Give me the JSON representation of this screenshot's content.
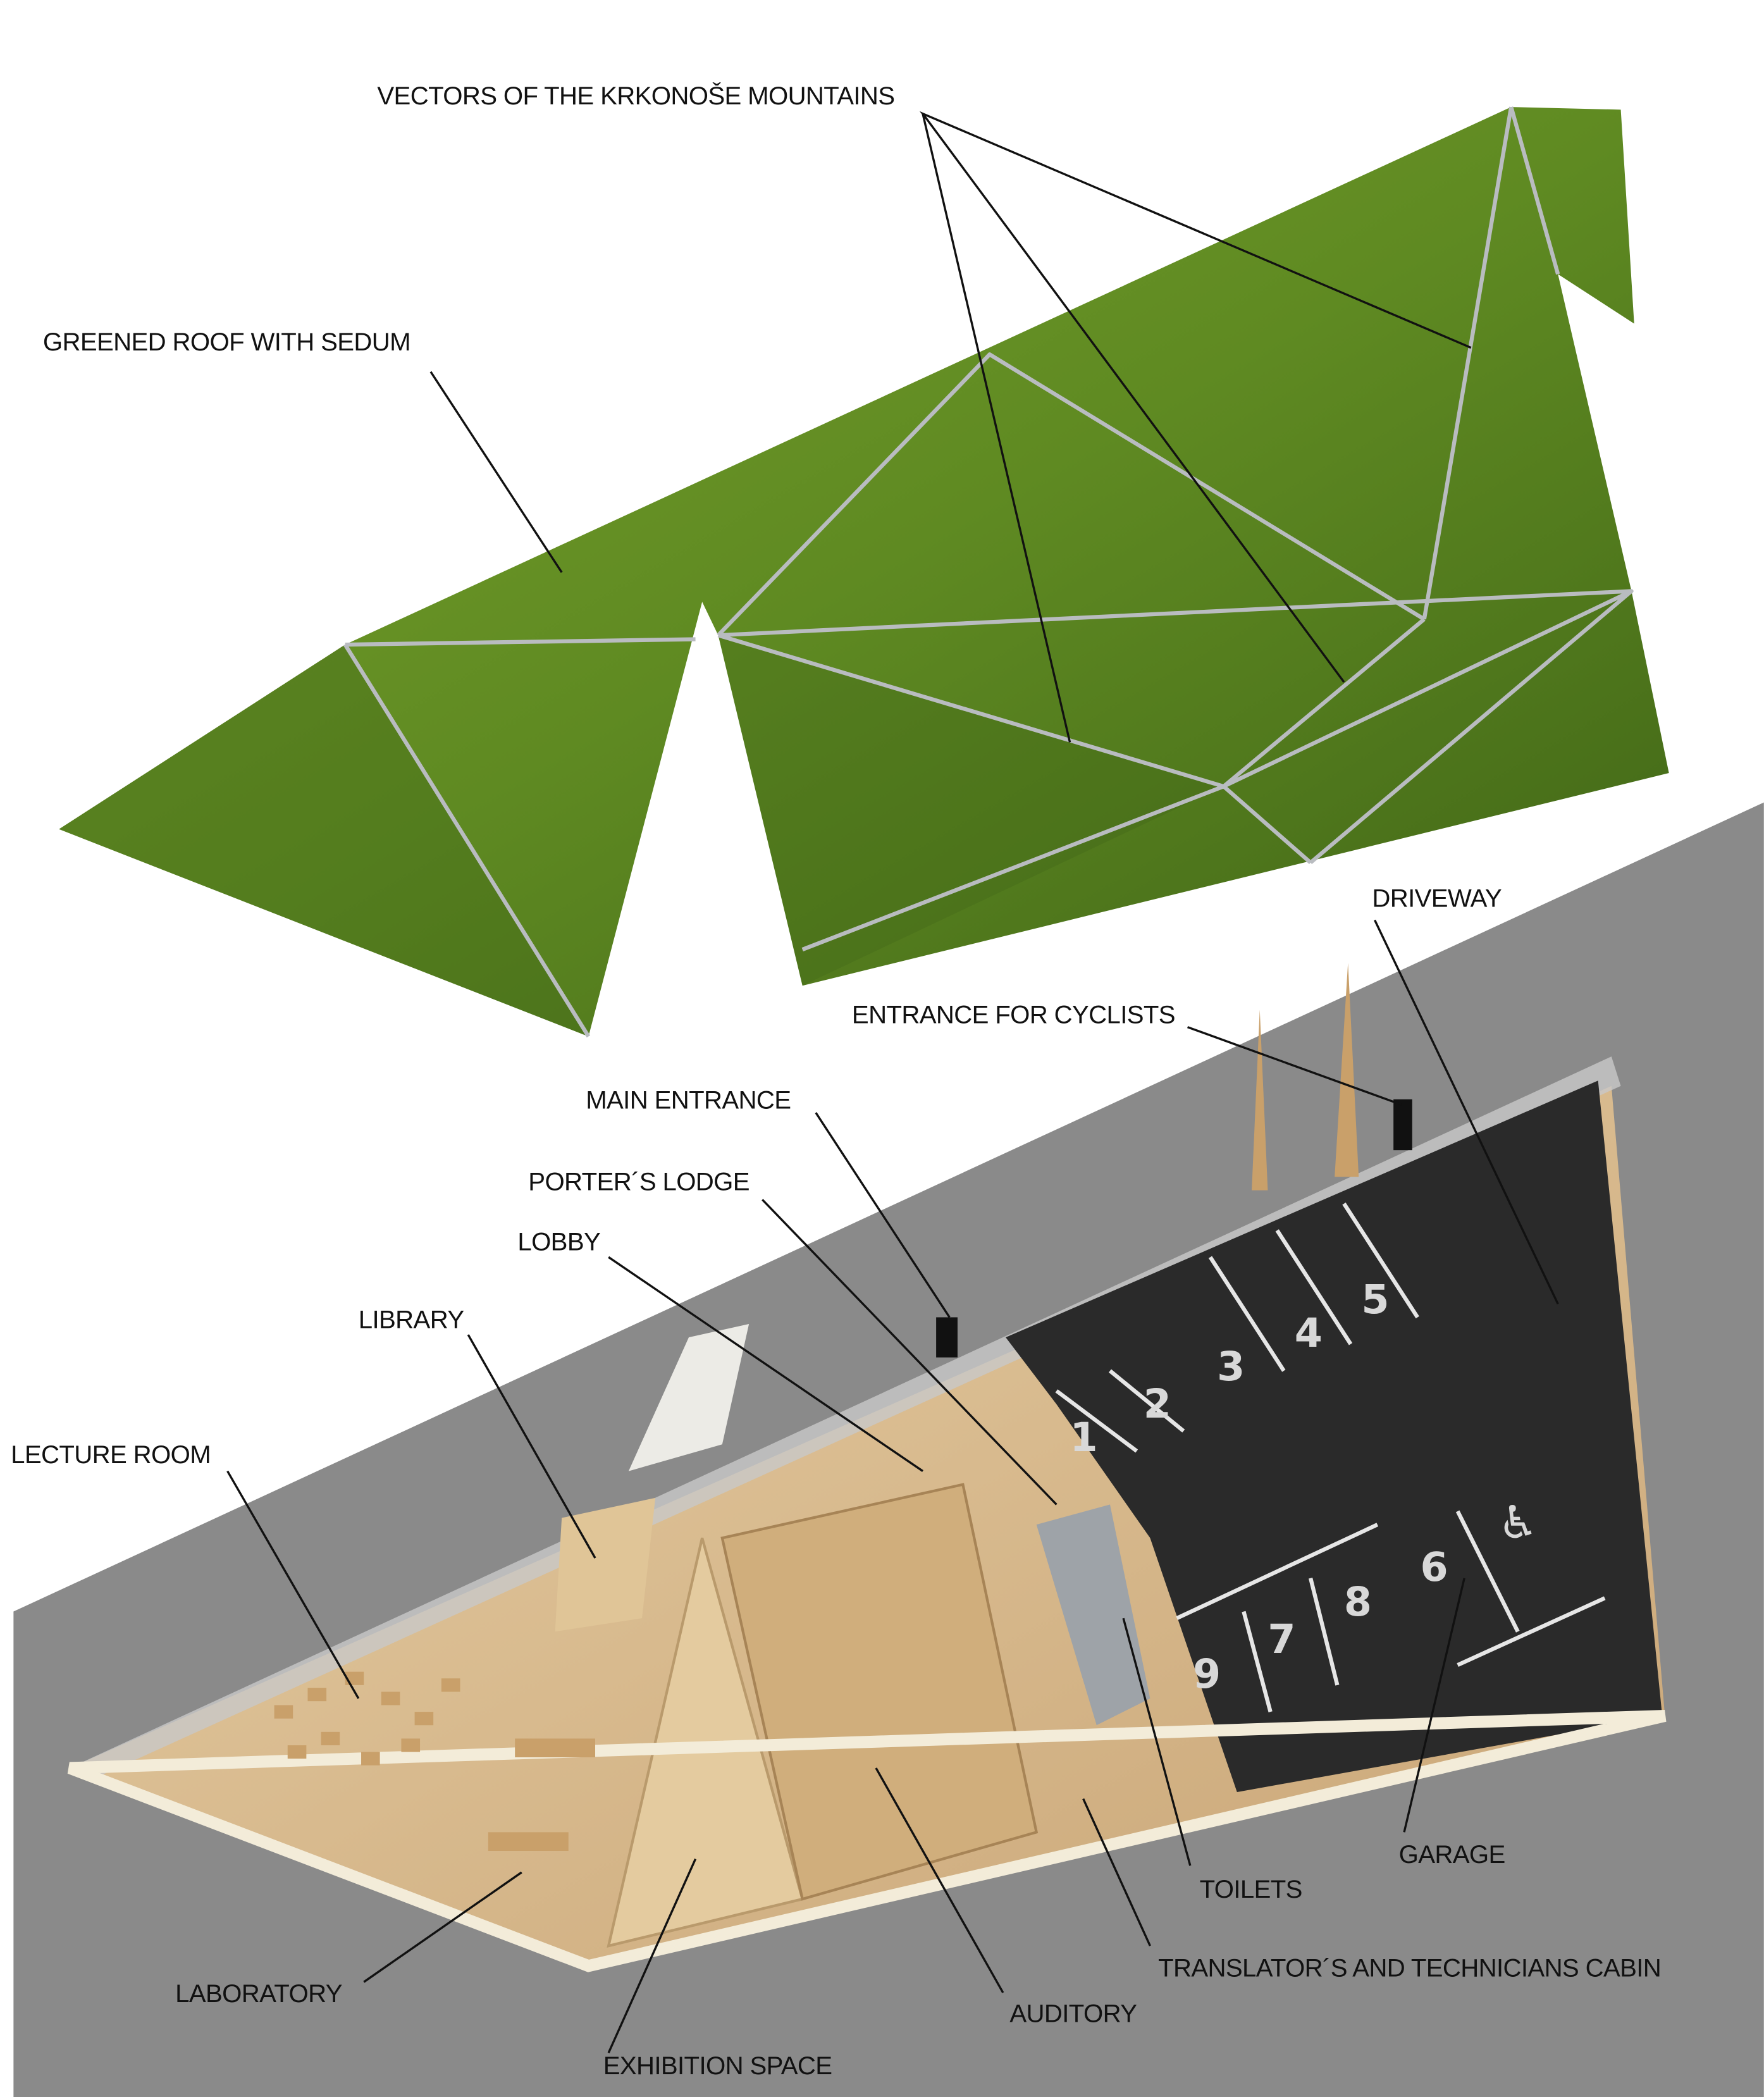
{
  "colors": {
    "roof_green": "#5f8a22",
    "background_gray": "#8a8a8a",
    "floor_wood": "#d9b98c",
    "garage_asphalt": "#2a2a2a",
    "wall_cream": "#f3ecd9"
  },
  "roof": {
    "labels": {
      "vectors": "VECTORS OF THE KRKONOŠE MOUNTAINS",
      "greened_roof": "GREENED ROOF WITH SEDUM"
    }
  },
  "plan": {
    "labels": {
      "driveway": "DRIVEWAY",
      "cyclists": "ENTRANCE FOR CYCLISTS",
      "main_entrance": "MAIN ENTRANCE",
      "porters_lodge": "PORTER´S LODGE",
      "lobby": "LOBBY",
      "library": "LIBRARY",
      "lecture_room": "LECTURE ROOM",
      "laboratory": "LABORATORY",
      "exhibition": "EXHIBITION SPACE",
      "auditory": "AUDITORY",
      "translators": "TRANSLATOR´S AND TECHNICIANS CABIN",
      "toilets": "TOILETS",
      "garage": "GARAGE"
    },
    "parking_numbers": [
      "1",
      "2",
      "3",
      "4",
      "5",
      "6",
      "7",
      "8",
      "9"
    ],
    "accessible_icon": "wheelchair-icon"
  }
}
